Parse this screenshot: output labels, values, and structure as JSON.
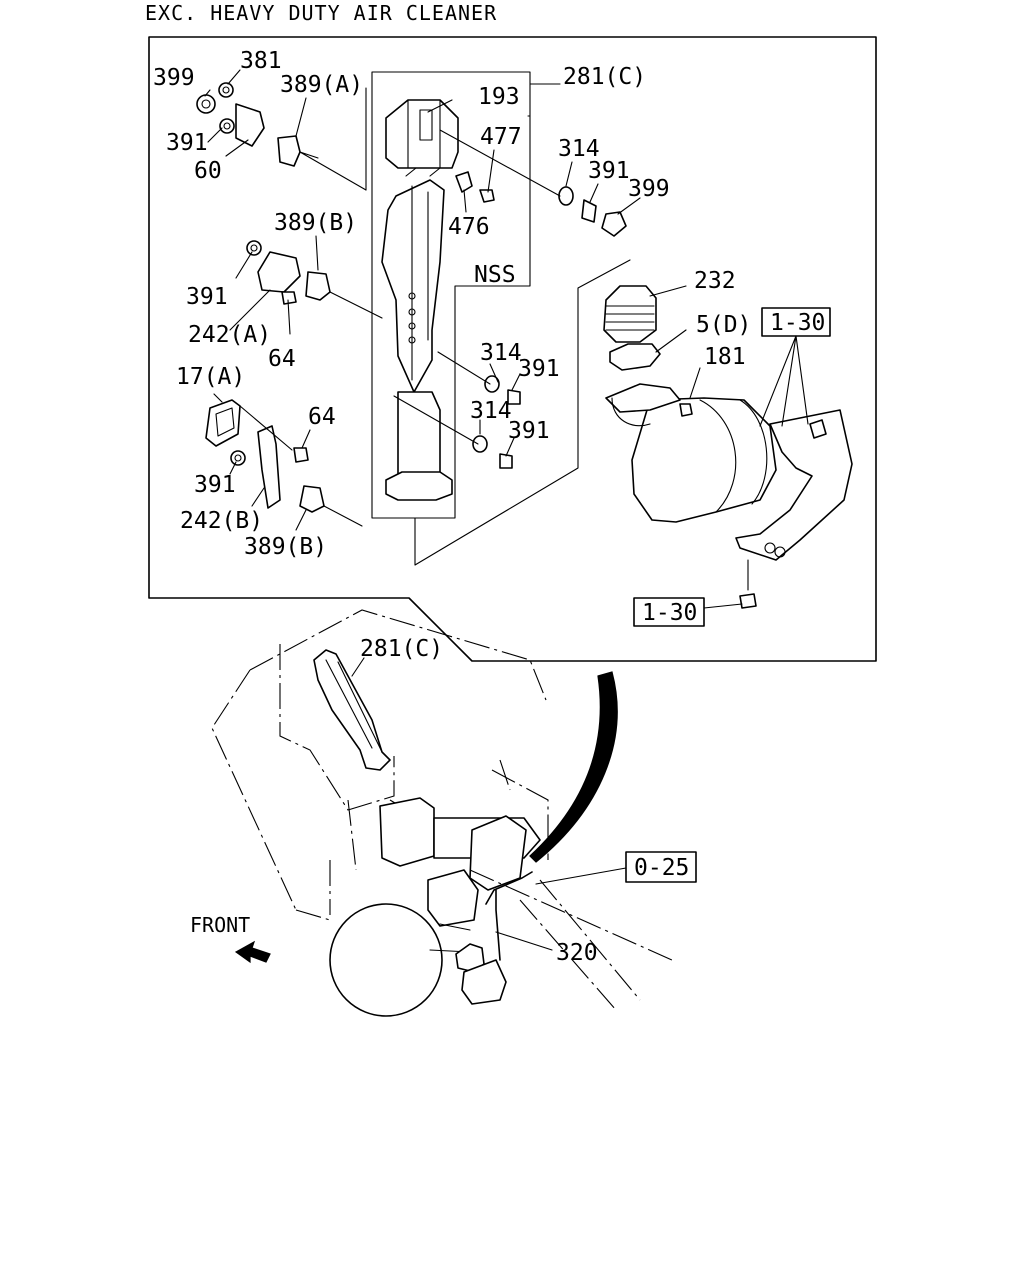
{
  "header": {
    "title": "EXC. HEAVY DUTY AIR CLEANER"
  },
  "callouts": {
    "c399a": "399",
    "c381": "381",
    "c389a": "389(A)",
    "c193": "193",
    "c281c_top": "281(C)",
    "c391a": "391",
    "c477": "477",
    "c60": "60",
    "c314a": "314",
    "c391b": "391",
    "c399b": "399",
    "c476": "476",
    "c389b_top": "389(B)",
    "c391c": "391",
    "cnss": "NSS",
    "c232": "232",
    "c242a": "242(A)",
    "c5d": "5(D)",
    "c64a": "64",
    "c181": "181",
    "c314b": "314",
    "c391d": "391",
    "c17a": "17(A)",
    "c64b": "64",
    "c314c": "314",
    "c391e": "391",
    "c391f": "391",
    "c242b": "242(B)",
    "c389b_bot": "389(B)",
    "c281c_lower": "281(C)",
    "c320": "320"
  },
  "references": {
    "r130_top": "1-30",
    "r130_bot": "1-30",
    "r025": "0-25"
  },
  "front_label": "FRONT"
}
